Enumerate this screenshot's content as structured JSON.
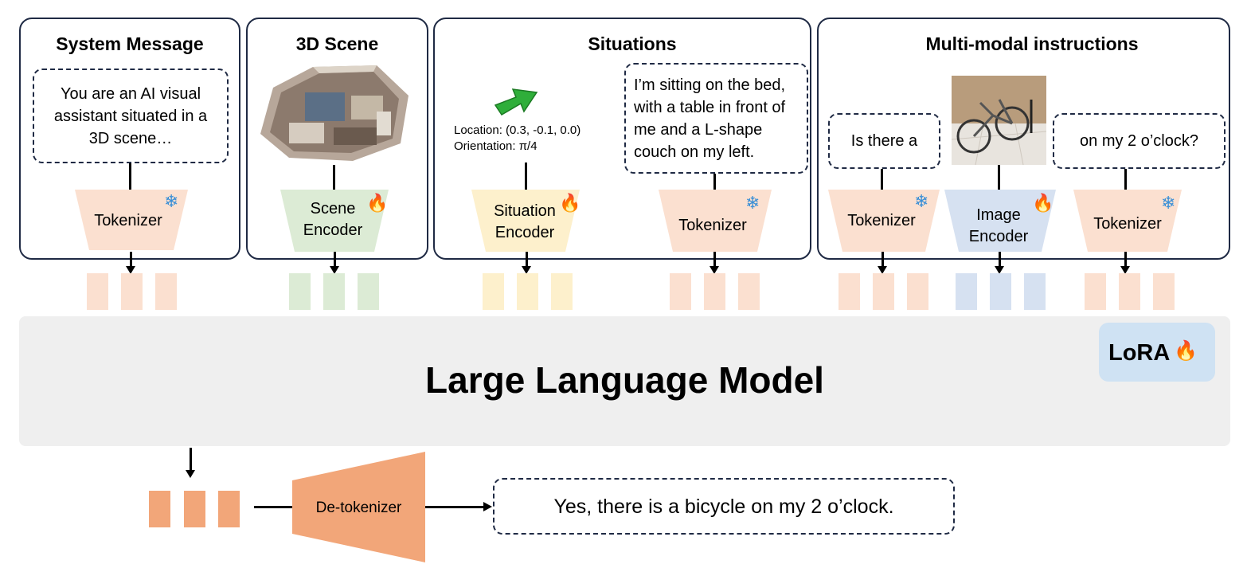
{
  "panels": {
    "system_message": {
      "title": "System Message",
      "prompt": "You are an AI visual assistant situated in a 3D scene…",
      "module": "Tokenizer"
    },
    "scene": {
      "title": "3D Scene",
      "module": "Scene Encoder"
    },
    "situations": {
      "title": "Situations",
      "location": "Location: (0.3,  -0.1, 0.0)",
      "orientation": "Orientation: π/4",
      "situation_module": "Situation Encoder",
      "situation_text": "I’m sitting on the bed, with a table in front of me and a L-shape couch on my left.",
      "tokenizer": "Tokenizer"
    },
    "instructions": {
      "title": "Multi-modal instructions",
      "text1": "Is there a",
      "text2": "on my 2 o’clock?",
      "tokenizer1": "Tokenizer",
      "image_module": "Image Encoder",
      "tokenizer2": "Tokenizer"
    }
  },
  "llm": {
    "title": "Large Language Model",
    "lora": "LoRA"
  },
  "output": {
    "detokenizer": "De-tokenizer",
    "answer": "Yes, there is a bicycle on my 2 o’clock."
  },
  "icons": {
    "frozen": "snowflake-icon",
    "trainable": "fire-icon",
    "frozen_color": "#3a8fd6",
    "trainable_color": "#f0641e"
  },
  "colors": {
    "tokenizer_fill": "#fbe0d0",
    "scene_fill": "#dcebd5",
    "situation_fill": "#fdf0cc",
    "image_fill": "#d6e1f1",
    "llm_fill": "#efefef",
    "lora_fill": "#cfe2f3",
    "detok_fill": "#f2a679"
  }
}
